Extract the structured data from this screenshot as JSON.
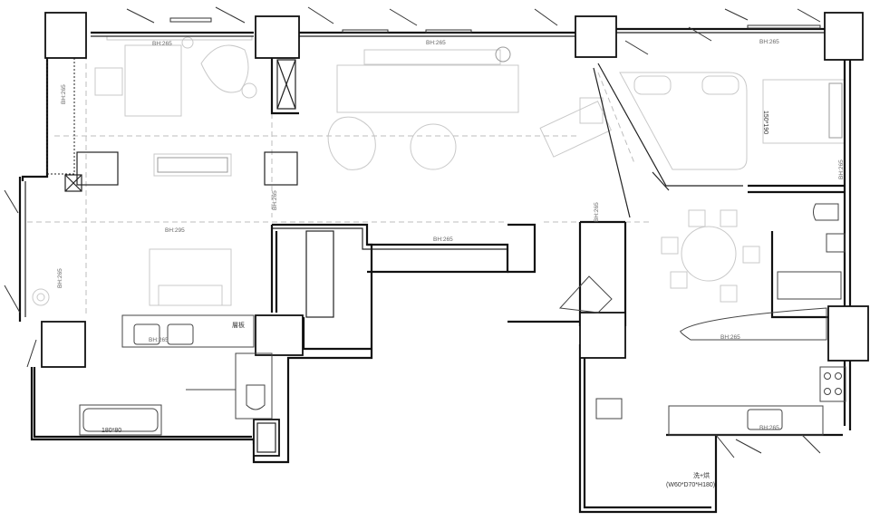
{
  "labels": {
    "bh265_top_left": "BH:265",
    "bh265_top_mid": "BH:265",
    "bh265_top_right": "BH:265",
    "bh265_left_wall": "BH:265",
    "bh265_left_lower": "BH:265",
    "bh295_master": "BH:295",
    "bh265_col_mid": "BH:265",
    "bh265_col_right": "BH:265",
    "bh265_corridor": "BH:265",
    "bh265_kitchen": "BH:265",
    "bh265_right_wall": "BH:265",
    "bed_size": "150*190",
    "bath_size": "180*80",
    "shelf": "層板",
    "washer": "洗+烘",
    "washer_dims": "(W60*D70*H180)",
    "bh265_vanity": "BH:265",
    "bh265_counter": "BH:265"
  }
}
